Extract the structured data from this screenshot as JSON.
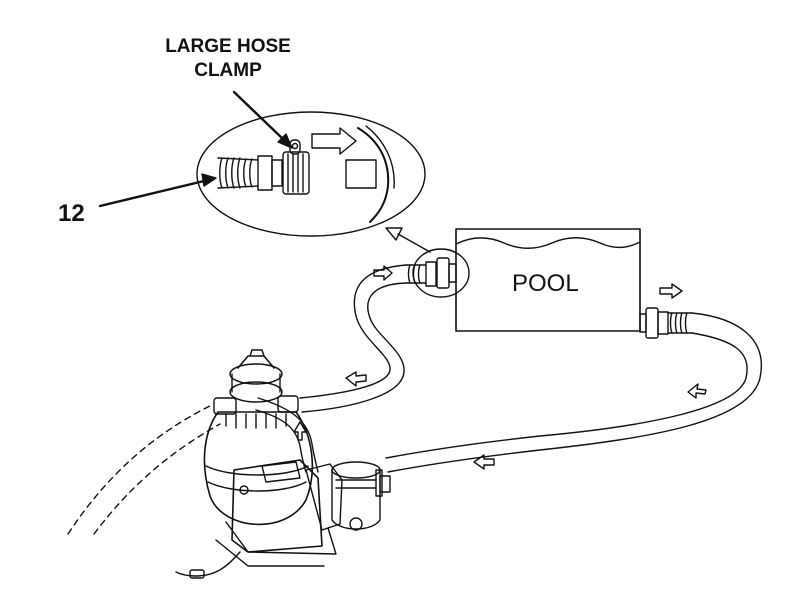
{
  "callouts": {
    "large_hose_clamp_line1": "LARGE HOSE",
    "large_hose_clamp_line2": "CLAMP",
    "part_number": "12"
  },
  "pool": {
    "label": "POOL"
  },
  "colors": {
    "line": "#111111",
    "background": "#ffffff"
  }
}
